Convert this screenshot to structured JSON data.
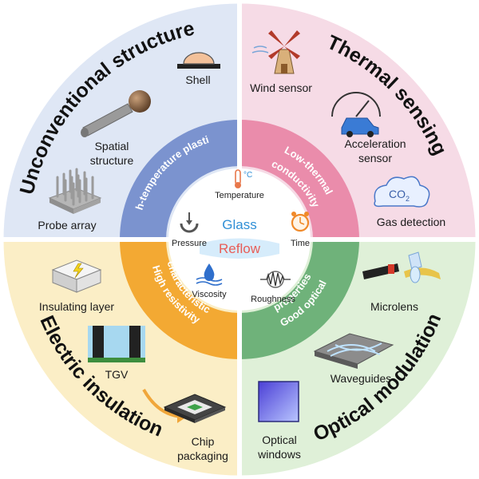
{
  "colors": {
    "q1_bg": "#dfe7f5",
    "q2_bg": "#f6dbe6",
    "q3_bg": "#fbeec6",
    "q4_bg": "#dff0d8",
    "q1_band": "#7b93cf",
    "q2_band": "#ea8cab",
    "q3_band": "#f3a933",
    "q4_band": "#6fb27a",
    "glass": "#2f8fd6",
    "reflow": "#e85d57"
  },
  "quadrants": {
    "q1": {
      "title": "Unconventional structure",
      "band": "High-temperature plasticity",
      "items": {
        "shell": "Shell",
        "spatial1": "Spatial",
        "spatial2": "structure",
        "probe": "Probe array"
      }
    },
    "q2": {
      "title": "Thermal sensing",
      "band1": "Low-thermal",
      "band2": "conductivity",
      "items": {
        "wind": "Wind sensor",
        "accel1": "Acceleration",
        "accel2": "sensor",
        "gas": "Gas detection",
        "co2": "CO",
        "co2_sub": "2"
      }
    },
    "q3": {
      "title": "Electric insulation",
      "band1": "High resistivity",
      "band2": "characteristic",
      "items": {
        "insulating": "Insulating layer",
        "tgv": "TGV",
        "chip1": "Chip",
        "chip2": "packaging"
      }
    },
    "q4": {
      "title": "Optical modulation",
      "band1": "Good optical",
      "band2": "properties",
      "items": {
        "microlens": "Microlens",
        "waveguides": "Waveguides",
        "optical1": "Optical",
        "optical2": "windows"
      }
    }
  },
  "center": {
    "glass": "Glass",
    "reflow": "Reflow",
    "temperature": "Temperature",
    "pressure": "Pressure",
    "time": "Time",
    "viscosity": "Viscosity",
    "roughness": "Roughness",
    "degC": "°C"
  }
}
